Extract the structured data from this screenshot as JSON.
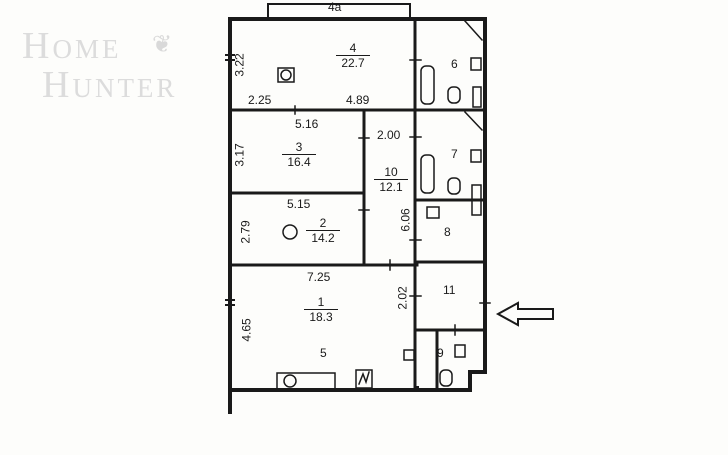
{
  "watermark": {
    "line1": "Home",
    "line2": "Hunter"
  },
  "top_label": "4a",
  "rooms": {
    "r4": {
      "num": "4",
      "area": "22.7"
    },
    "r3": {
      "num": "3",
      "area": "16.4"
    },
    "r2": {
      "num": "2",
      "area": "14.2"
    },
    "r1": {
      "num": "1",
      "area": "18.3"
    },
    "r10": {
      "num": "10",
      "area": "12.1"
    },
    "r5": {
      "num": "5"
    },
    "r6": {
      "num": "6"
    },
    "r7": {
      "num": "7"
    },
    "r8": {
      "num": "8"
    },
    "r9": {
      "num": "9"
    },
    "r11": {
      "num": "11"
    }
  },
  "dimensions": {
    "d_322": "3.22",
    "d_225": "2.25",
    "d_489": "4.89",
    "d_516": "5.16",
    "d_317": "3.17",
    "d_200": "2.00",
    "d_515": "5.15",
    "d_279": "2.79",
    "d_606": "6.06",
    "d_725": "7.25",
    "d_202": "2.02",
    "d_465": "4.65"
  },
  "colors": {
    "wall": "#1a1a1a",
    "paper": "#fdfdfb",
    "watermark": "#dcdcdc"
  }
}
